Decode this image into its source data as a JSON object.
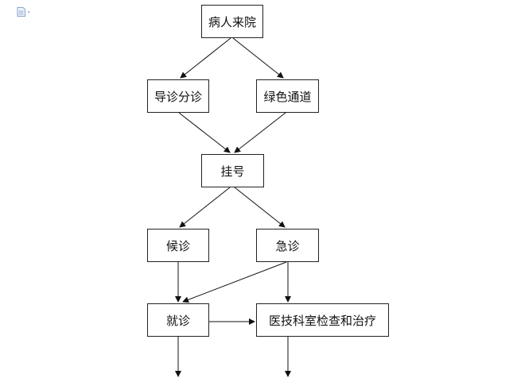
{
  "flowchart": {
    "nodes": {
      "patient_arrival": "病人来院",
      "triage": "导诊分诊",
      "green_channel": "绿色通道",
      "registration": "挂号",
      "waiting": "候诊",
      "emergency": "急诊",
      "consultation": "就诊",
      "medical_tech": "医技科室检查和治疗"
    },
    "edges": [
      [
        "patient_arrival",
        "triage"
      ],
      [
        "patient_arrival",
        "green_channel"
      ],
      [
        "triage",
        "registration"
      ],
      [
        "green_channel",
        "registration"
      ],
      [
        "registration",
        "waiting"
      ],
      [
        "registration",
        "emergency"
      ],
      [
        "waiting",
        "consultation"
      ],
      [
        "emergency",
        "consultation"
      ],
      [
        "emergency",
        "medical_tech"
      ],
      [
        "consultation",
        "medical_tech"
      ]
    ]
  }
}
